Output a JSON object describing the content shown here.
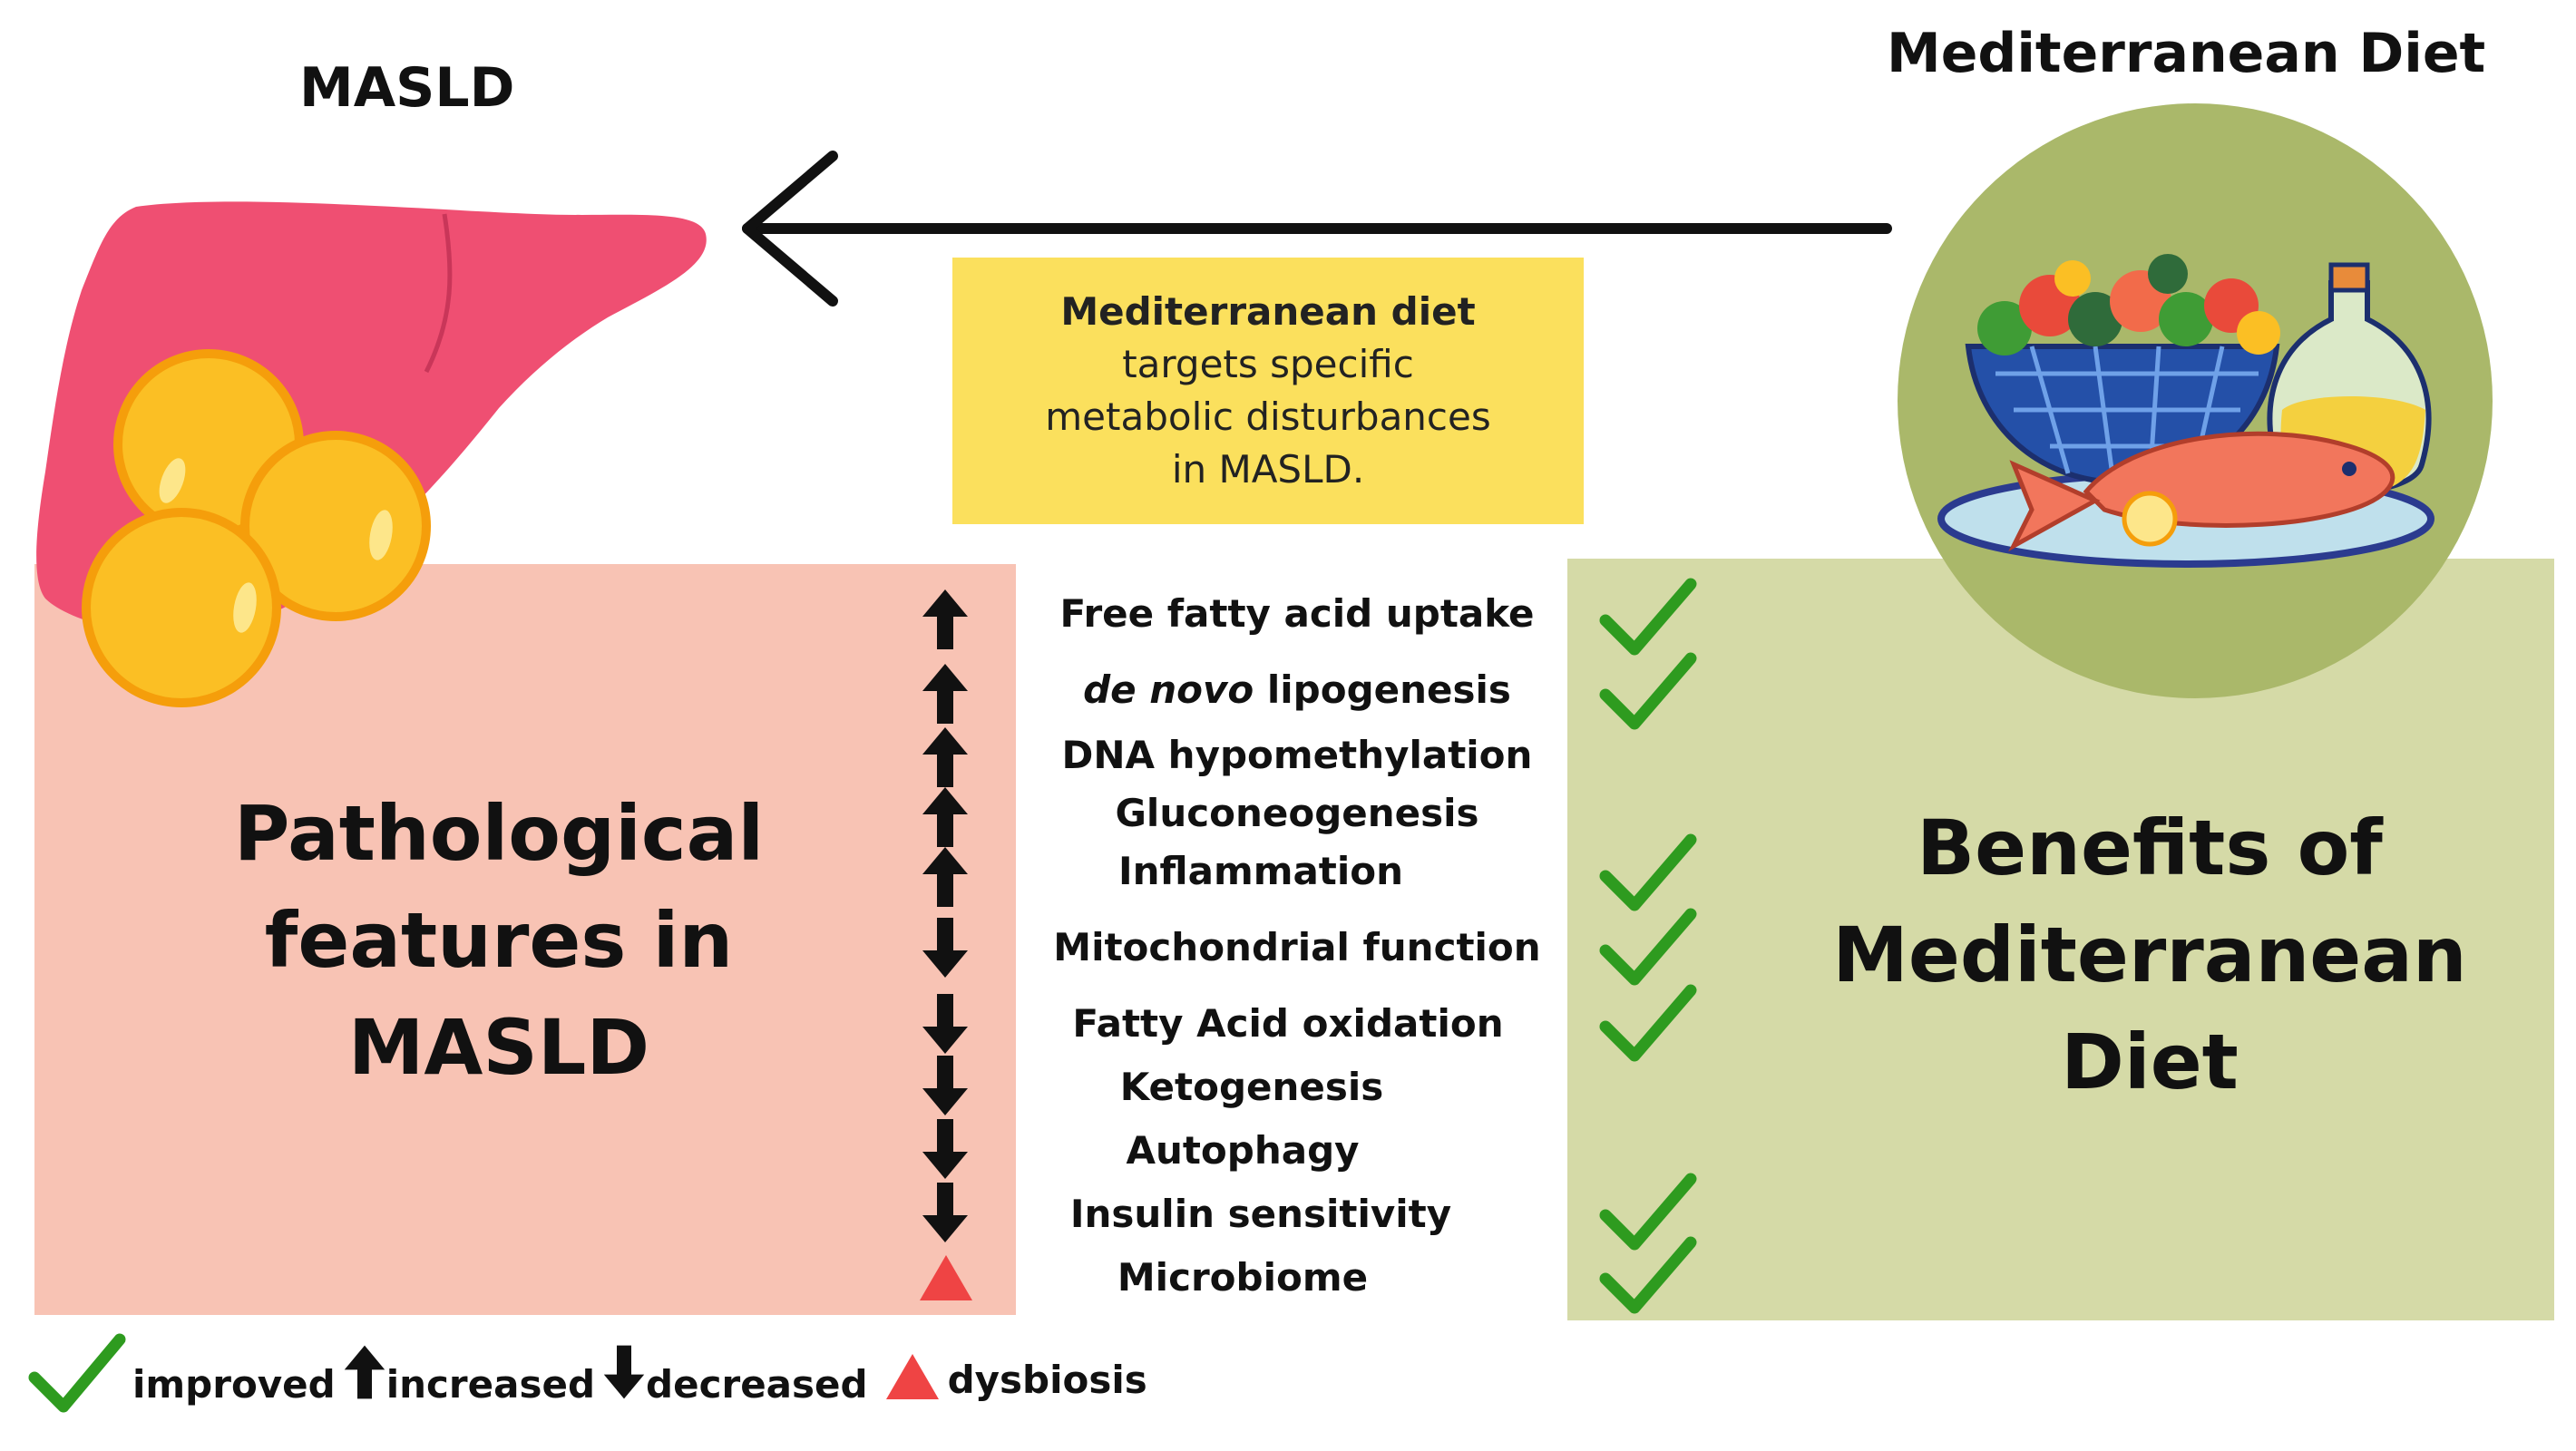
{
  "titles": {
    "left": "MASLD",
    "right": "Mediterranean Diet"
  },
  "callout": {
    "line1": "Mediterranean diet",
    "line2": "targets specific",
    "line3": "metabolic disturbances",
    "line4": "in MASLD."
  },
  "left_panel": {
    "line1": "Pathological",
    "line2": "features in",
    "line3": "MASLD"
  },
  "right_panel": {
    "line1": "Benefits of",
    "line2": "Mediterranean",
    "line3": "Diet"
  },
  "features": [
    {
      "label": "Free fatty acid uptake",
      "status": "increased",
      "improved": true
    },
    {
      "label_italic": "de novo",
      "label": "lipogenesis",
      "status": "increased",
      "improved": true
    },
    {
      "label": "DNA hypomethylation",
      "status": "increased",
      "improved": false
    },
    {
      "label": "Gluconeogenesis",
      "status": "increased",
      "improved": false
    },
    {
      "label": "Inflammation",
      "status": "increased",
      "improved": true
    },
    {
      "label": "Mitochondrial function",
      "status": "decreased",
      "improved": true
    },
    {
      "label": "Fatty Acid oxidation",
      "status": "decreased",
      "improved": true
    },
    {
      "label": "Ketogenesis",
      "status": "decreased",
      "improved": false
    },
    {
      "label": "Autophagy",
      "status": "decreased",
      "improved": false
    },
    {
      "label": "Insulin sensitivity",
      "status": "decreased",
      "improved": true
    },
    {
      "label": "Microbiome",
      "status": "dysbiosis",
      "improved": true
    }
  ],
  "legend": {
    "improved": "improved",
    "increased": "increased",
    "decreased": "decreased",
    "dysbiosis": "dysbiosis"
  },
  "colors": {
    "liver": "#ef4f72",
    "fat": "#fbbf24",
    "left_panel": "#f8c3b4",
    "right_panel": "#d5daa7",
    "callout": "#fbe05d",
    "check": "#2e9b1f",
    "dysbiosis": "#ef4444",
    "plate_circle": "#aab86a"
  }
}
